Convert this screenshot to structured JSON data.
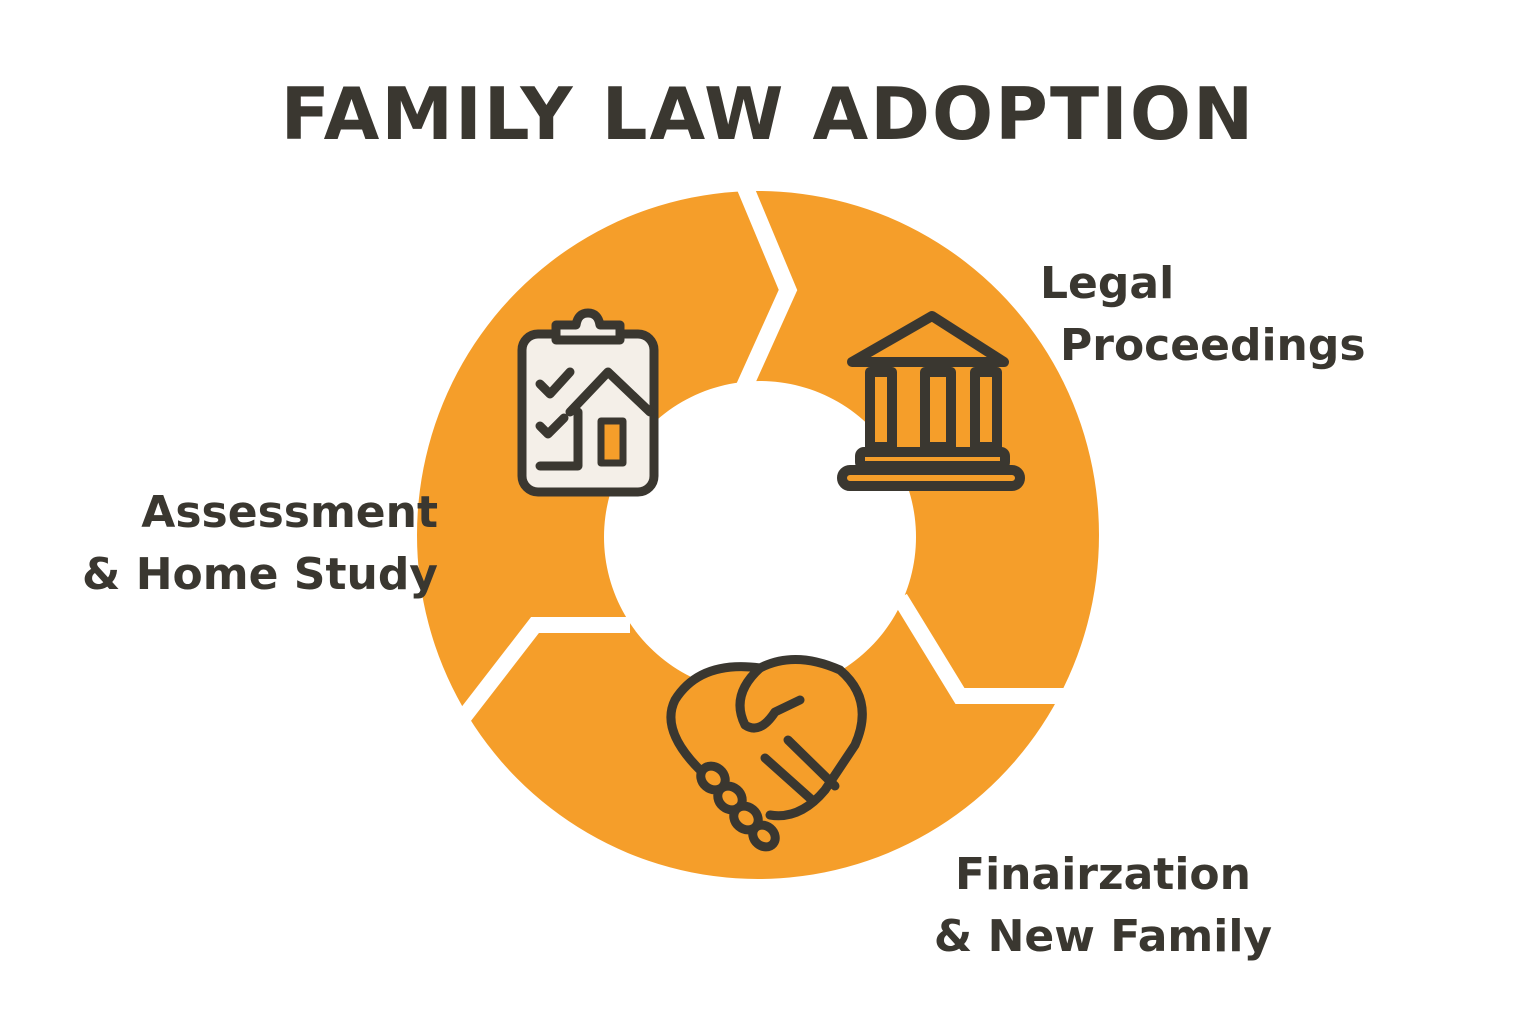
{
  "title": "FAMILY LAW ADOPTION",
  "colors": {
    "segment": "#F59E2A",
    "background": "#FFFFFF",
    "text": "#3A3730",
    "icon_stroke": "#3A3730",
    "clipboard_fill": "#F4EFE8"
  },
  "steps": [
    {
      "id": "assessment",
      "line1": "Assessment",
      "line2": "& Home Study",
      "icon": "clipboard-house-icon"
    },
    {
      "id": "legal",
      "line1": "Legal",
      "line2": "Proceedings",
      "icon": "courthouse-icon"
    },
    {
      "id": "finalization",
      "line1": "Finairzation",
      "line2": "& New Family",
      "icon": "handshake-icon"
    }
  ]
}
